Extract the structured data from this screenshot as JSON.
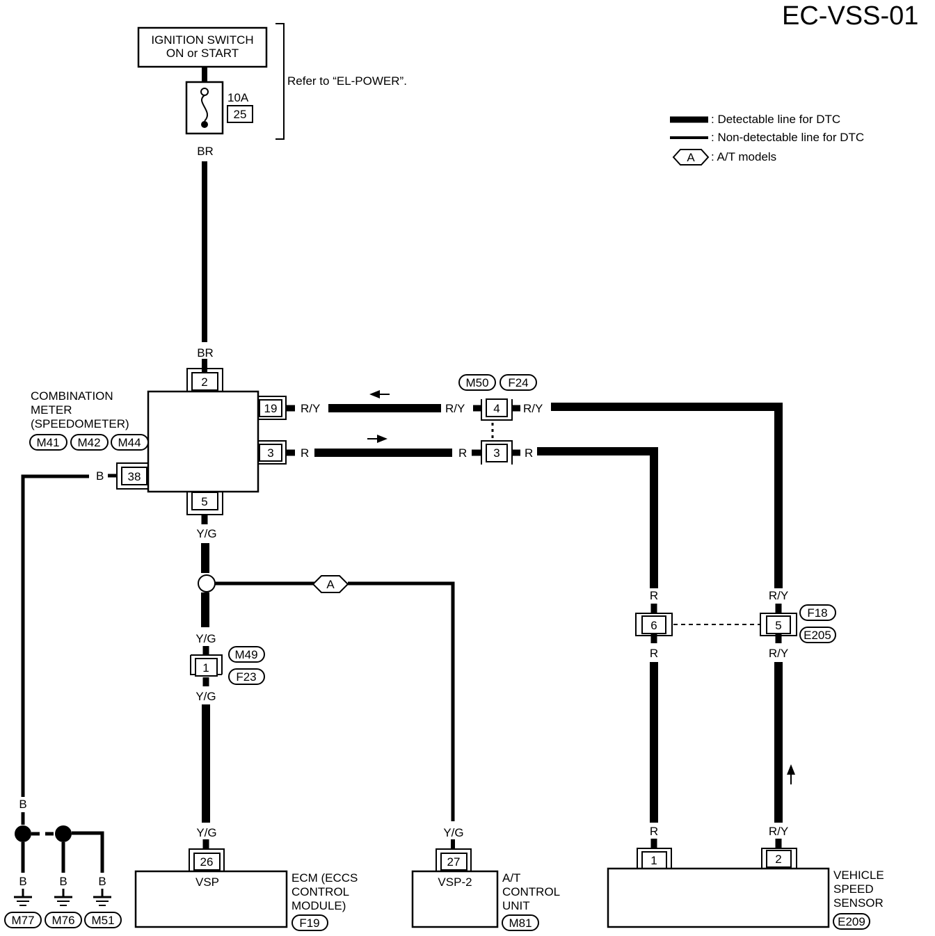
{
  "page_id": "EC-VSS-01",
  "legend": {
    "detectable": ": Detectable line for DTC",
    "non_detectable": ": Non-detectable line for DTC",
    "at_symbol": "A",
    "at_models": ": A/T models"
  },
  "power": {
    "switch_line1": "IGNITION SWITCH",
    "switch_line2": "ON or START",
    "fuse_rating": "10A",
    "fuse_number": "25",
    "refer_note": "Refer to “EL-POWER”."
  },
  "wire_colors": {
    "br": "BR",
    "ry": "R/Y",
    "r": "R",
    "b": "B",
    "yg": "Y/G"
  },
  "combination_meter": {
    "line1": "COMBINATION",
    "line2": "METER",
    "line3": "(SPEEDOMETER)",
    "connectors": [
      "M41",
      "M42",
      "M44"
    ],
    "pins": {
      "top": "2",
      "ry": "19",
      "r": "3",
      "ground": "38",
      "bottom": "5"
    }
  },
  "joint_connector": {
    "connectors": [
      "M50",
      "F24"
    ],
    "pin_top": "4",
    "pin_bottom": "3"
  },
  "yg_connector": {
    "pin": "1",
    "connectors": [
      "M49",
      "F23"
    ]
  },
  "branch_symbol": "A",
  "engine_connector": {
    "pin_r": "6",
    "pin_ry": "5",
    "connectors": [
      "F18",
      "E205"
    ]
  },
  "ecm": {
    "pin": "26",
    "terminal": "VSP",
    "line1": "ECM (ECCS",
    "line2": "CONTROL",
    "line3": "MODULE)",
    "connector": "F19"
  },
  "tcu": {
    "pin": "27",
    "terminal": "VSP-2",
    "line1": "A/T",
    "line2": "CONTROL",
    "line3": "UNIT",
    "connector": "M81"
  },
  "sensor": {
    "pin1": "1",
    "pin2": "2",
    "line1": "VEHICLE",
    "line2": "SPEED",
    "line3": "SENSOR",
    "connector": "E209"
  },
  "grounds": [
    "M77",
    "M76",
    "M51"
  ]
}
